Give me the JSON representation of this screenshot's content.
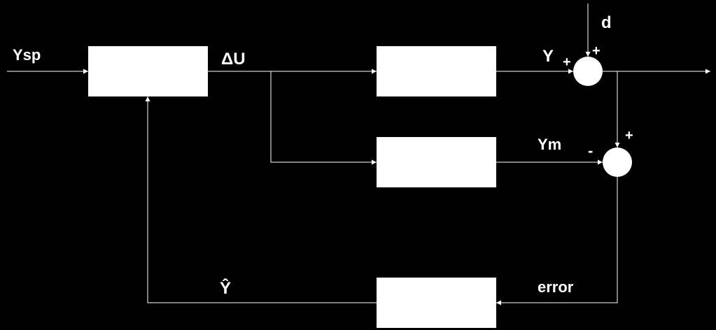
{
  "diagram": {
    "labels": {
      "ysp": "Ysp",
      "delta_u": "ΔU",
      "y": "Y",
      "d": "d",
      "ym": "Ym",
      "y_hat": "Ŷ",
      "error": "error"
    },
    "signs": {
      "sum1_left": "+",
      "sum1_top": "+",
      "sum2_left": "-",
      "sum2_top": "+"
    },
    "colors": {
      "background": "#000000",
      "foreground": "#ffffff"
    }
  }
}
